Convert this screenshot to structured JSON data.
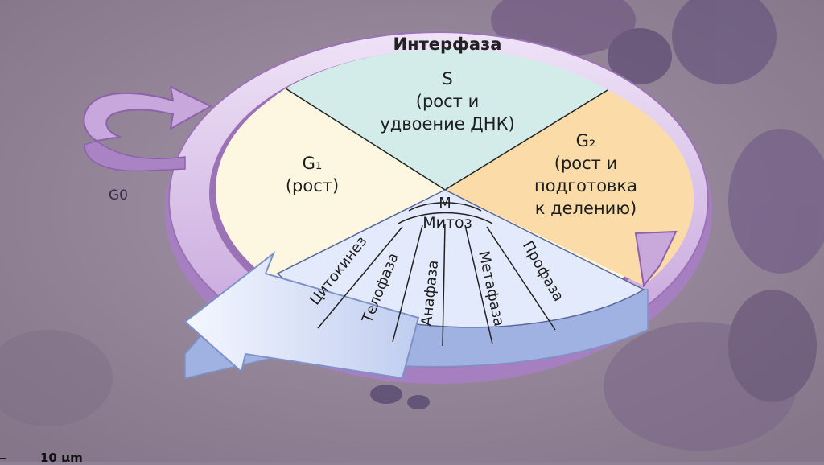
{
  "diagram": {
    "title": "Интерфаза",
    "g0_label": "G0",
    "sectors": {
      "s": {
        "line1": "S",
        "line2": "(рост и",
        "line3": "удвоение ДНК)"
      },
      "g1": {
        "line1": "G₁",
        "line2": "(рост)"
      },
      "g2": {
        "line1": "G₂",
        "line2": "(рост и",
        "line3": "подготовка",
        "line4": "к делению)"
      }
    },
    "m_label": "M",
    "mitosis_label": "Митоз",
    "phases": [
      "Цитокинез",
      "Телофаза",
      "Анафаза",
      "Метафаза",
      "Профаза"
    ],
    "scale_label": "10 μm",
    "colors": {
      "background": "#8f8296",
      "ring": "#c9a9dc",
      "ring_dark": "#9b6fb5",
      "s_sector": "#d3ecea",
      "g1_sector": "#fdf6e1",
      "g2_sector": "#fbdca9",
      "mitosis_sector": "#e3eafb",
      "mitosis_arrow": "#c6d3f2",
      "text": "#1e1e1e"
    }
  }
}
